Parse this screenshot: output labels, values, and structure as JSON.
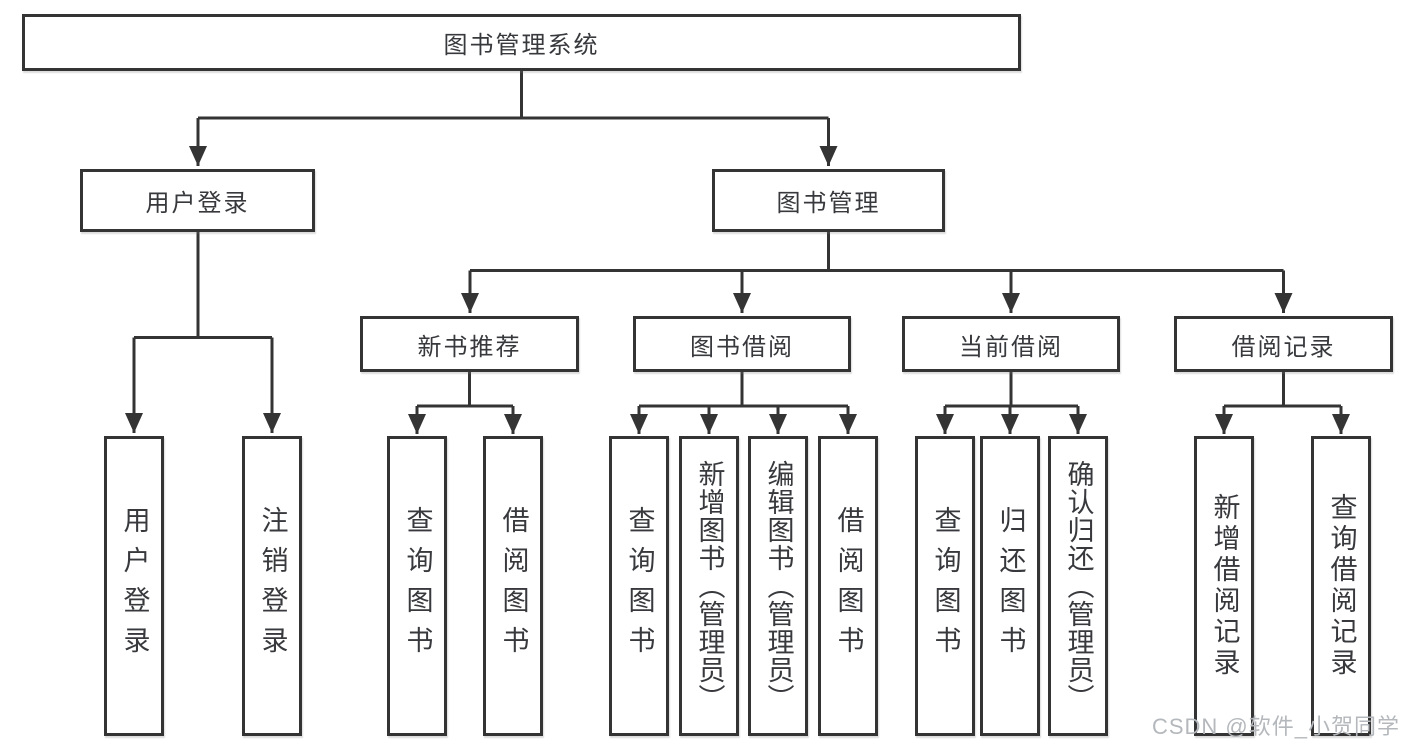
{
  "diagram": {
    "title_node": "图书管理系统",
    "level2": {
      "user_login": "用户登录",
      "book_mgmt": "图书管理"
    },
    "level3": {
      "new_book": "新书推荐",
      "book_borrow": "图书借阅",
      "current_borrow": "当前借阅",
      "borrow_records": "借阅记录"
    },
    "leaves": {
      "user_login": [
        "用户登录",
        "注销登录"
      ],
      "new_book": [
        "查询图书",
        "借阅图书"
      ],
      "book_borrow": [
        "查询图书",
        "新增图书（管理员）",
        "编辑图书（管理员）",
        "借阅图书"
      ],
      "current_borrow": [
        "查询图书",
        "归还图书",
        "确认归还（管理员）"
      ],
      "borrow_records": [
        "新增借阅记录",
        "查询借阅记录"
      ]
    }
  },
  "watermark": "CSDN @软件_小贺同学",
  "colors": {
    "line": "#343434",
    "text": "#37393d",
    "watermark": "#b4b8bc",
    "background": "#ffffff"
  }
}
